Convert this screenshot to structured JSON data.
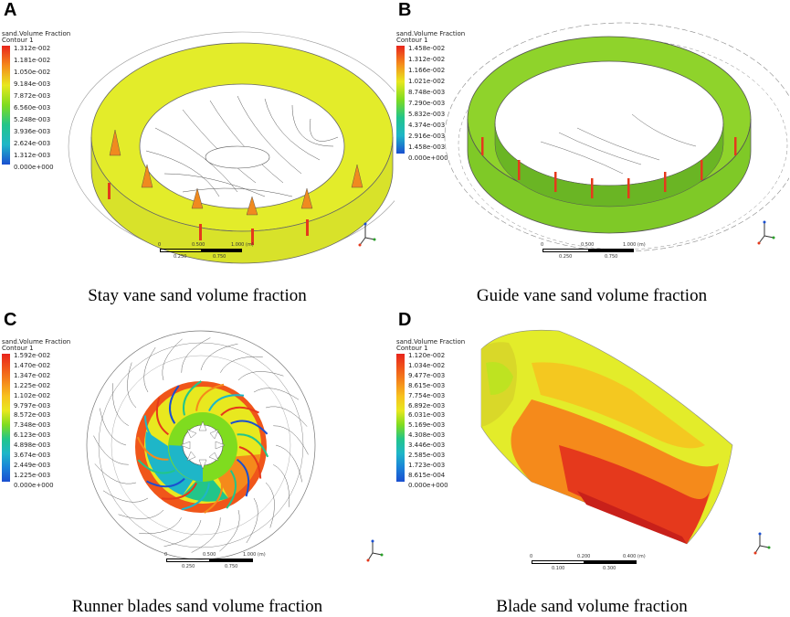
{
  "panels": [
    {
      "letter": "A",
      "caption": "Stay vane sand volume fraction",
      "legend_title": "sand.Volume Fraction",
      "legend_subtitle": "Contour 1",
      "ticks": [
        "1.312e-002",
        "1.181e-002",
        "1.050e-002",
        "9.184e-003",
        "7.872e-003",
        "6.560e-003",
        "5.248e-003",
        "3.936e-003",
        "2.624e-003",
        "1.312e-003",
        "0.000e+000"
      ],
      "scale_labels": [
        "0",
        "0.250",
        "0.500",
        "0.750",
        "1.000 (m)"
      ]
    },
    {
      "letter": "B",
      "caption": "Guide vane sand volume fraction",
      "legend_title": "sand.Volume Fraction",
      "legend_subtitle": "Contour 1",
      "ticks": [
        "1.458e-002",
        "1.312e-002",
        "1.166e-002",
        "1.021e-002",
        "8.748e-003",
        "7.290e-003",
        "5.832e-003",
        "4.374e-003",
        "2.916e-003",
        "1.458e-003",
        "0.000e+000"
      ],
      "scale_labels": [
        "0",
        "0.250",
        "0.500",
        "0.750",
        "1.000 (m)"
      ]
    },
    {
      "letter": "C",
      "caption": "Runner blades sand volume fraction",
      "legend_title": "sand.Volume Fraction",
      "legend_subtitle": "Contour 1",
      "ticks": [
        "1.592e-002",
        "1.470e-002",
        "1.347e-002",
        "1.225e-002",
        "1.102e-002",
        "9.797e-003",
        "8.572e-003",
        "7.348e-003",
        "6.123e-003",
        "4.898e-003",
        "3.674e-003",
        "2.449e-003",
        "1.225e-003",
        "0.000e+000"
      ],
      "scale_labels": [
        "0",
        "0.250",
        "0.500",
        "0.750",
        "1.000 (m)"
      ]
    },
    {
      "letter": "D",
      "caption": "Blade sand volume fraction",
      "legend_title": "sand.Volume Fraction",
      "legend_subtitle": "Contour 1",
      "ticks": [
        "1.120e-002",
        "1.034e-002",
        "9.477e-003",
        "8.615e-003",
        "7.754e-003",
        "6.892e-003",
        "6.031e-003",
        "5.169e-003",
        "4.308e-003",
        "3.446e-003",
        "2.585e-003",
        "1.723e-003",
        "8.615e-004",
        "0.000e+000"
      ],
      "scale_labels": [
        "0",
        "0.100",
        "0.200",
        "0.300",
        "0.400 (m)"
      ]
    }
  ],
  "colors": {
    "contour_scale": [
      "#e8241c",
      "#f0561a",
      "#f58a1b",
      "#f7c21e",
      "#e8e81f",
      "#b7e61f",
      "#7fdc1f",
      "#3fd23c",
      "#22c58a",
      "#1eb6c8",
      "#1a82d8",
      "#1a4fd0"
    ],
    "yellow": "#e3ec2a",
    "green": "#8fd32b",
    "orange": "#f08a1f",
    "red": "#e5391c"
  }
}
